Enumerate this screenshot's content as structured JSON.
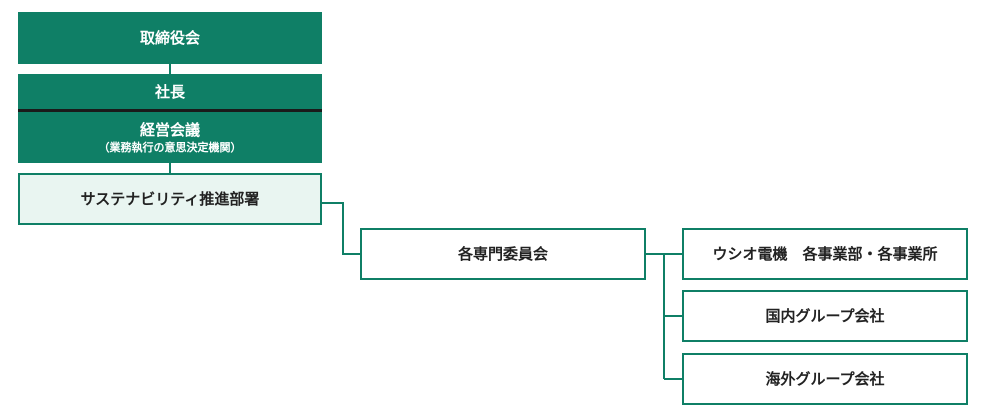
{
  "org_chart": {
    "board": "取締役会",
    "president": "社長",
    "management_meeting": {
      "title": "経営会議",
      "note": "（業務執行の意思決定機関）"
    },
    "sustainability_dept": "サステナビリティ推進部署",
    "committees": "各専門委員会",
    "units": [
      "ウシオ電機　各事業部・各事業所",
      "国内グループ会社",
      "海外グループ会社"
    ]
  },
  "colors": {
    "primary_green": "#0f7f66",
    "light_green": "#e9f5f1",
    "divider": "#1a1a1a"
  }
}
